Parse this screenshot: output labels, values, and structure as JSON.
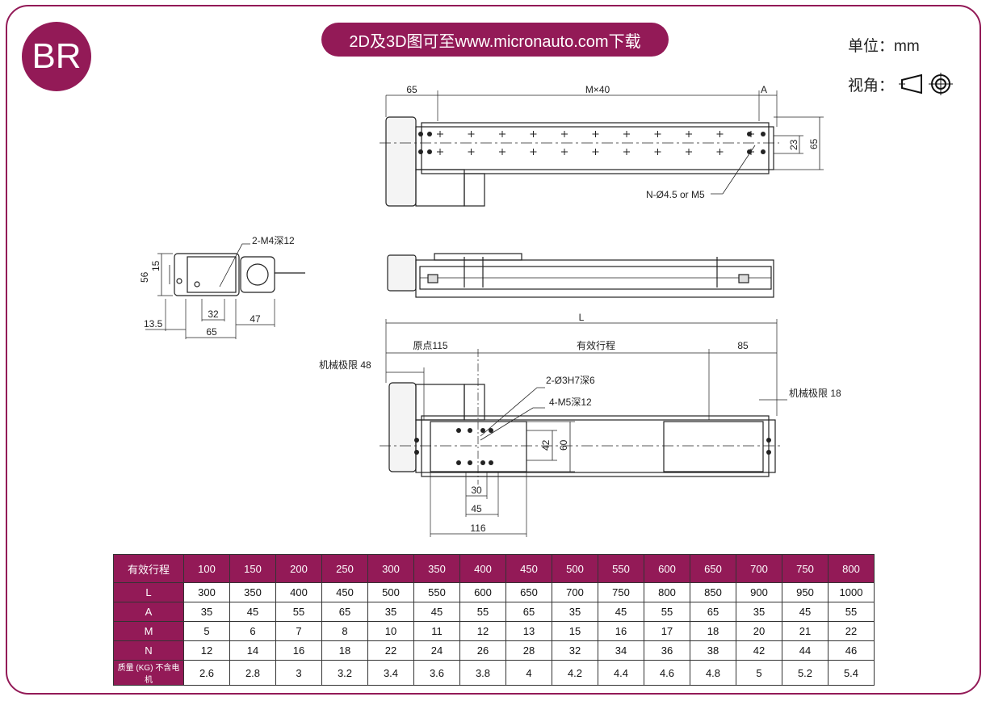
{
  "logo": "BR",
  "banner": "2D及3D图可至www.micronauto.com下载",
  "unit": "单位：mm",
  "view_label": "视角：",
  "colors": {
    "accent": "#931a57"
  },
  "top_view": {
    "dim_65": "65",
    "dim_m": "M×40",
    "dim_a": "A",
    "dim_23": "23",
    "dim_65r": "65",
    "hole_note": "N-Ø4.5 or M5"
  },
  "end_view": {
    "dim_56": "56",
    "dim_15": "15",
    "thread": "2-M4深12",
    "dim_13_5": "13.5",
    "dim_32": "32",
    "dim_65": "65",
    "dim_47": "47"
  },
  "bottom_view": {
    "dim_l": "L",
    "origin": "原点115",
    "stroke": "有效行程",
    "dim_85": "85",
    "limit_left": "机械极限 48",
    "limit_right": "机械极限 18",
    "pin_hole": "2-Ø3H7深6",
    "thread": "4-M5深12",
    "dim_42": "42",
    "dim_60": "60",
    "dim_30": "30",
    "dim_45": "45",
    "dim_116": "116"
  },
  "table": {
    "header": [
      "有效行程",
      "100",
      "150",
      "200",
      "250",
      "300",
      "350",
      "400",
      "450",
      "500",
      "550",
      "600",
      "650",
      "700",
      "750",
      "800"
    ],
    "rows": [
      [
        "L",
        "300",
        "350",
        "400",
        "450",
        "500",
        "550",
        "600",
        "650",
        "700",
        "750",
        "800",
        "850",
        "900",
        "950",
        "1000"
      ],
      [
        "A",
        "35",
        "45",
        "55",
        "65",
        "35",
        "45",
        "55",
        "65",
        "35",
        "45",
        "55",
        "65",
        "35",
        "45",
        "55"
      ],
      [
        "M",
        "5",
        "6",
        "7",
        "8",
        "10",
        "11",
        "12",
        "13",
        "15",
        "16",
        "17",
        "18",
        "20",
        "21",
        "22"
      ],
      [
        "N",
        "12",
        "14",
        "16",
        "18",
        "22",
        "24",
        "26",
        "28",
        "32",
        "34",
        "36",
        "38",
        "42",
        "44",
        "46"
      ],
      [
        "质量 (KG) 不含电机",
        "2.6",
        "2.8",
        "3",
        "3.2",
        "3.4",
        "3.6",
        "3.8",
        "4",
        "4.2",
        "4.4",
        "4.6",
        "4.8",
        "5",
        "5.2",
        "5.4"
      ]
    ]
  }
}
